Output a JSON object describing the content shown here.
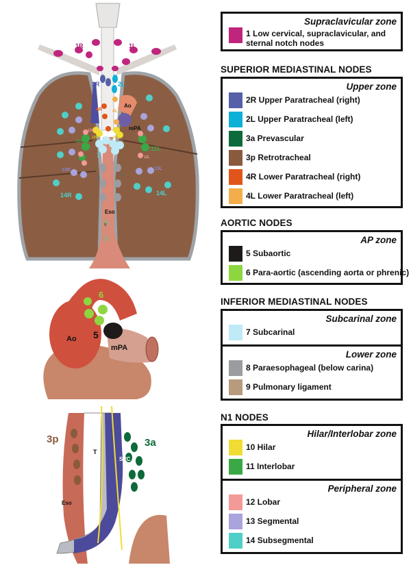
{
  "legend": {
    "supraclavicular": {
      "zone": "Supraclavicular zone",
      "items": [
        {
          "label": "1 Low cervical, supraclavicular, and sternal notch nodes",
          "color": "#c0257e"
        }
      ]
    },
    "superior": {
      "heading": "SUPERIOR MEDIASTINAL NODES",
      "zone": "Upper zone",
      "items": [
        {
          "label": "2R Upper Paratracheal (right)",
          "color": "#5560a8"
        },
        {
          "label": "2L Upper Paratracheal (left)",
          "color": "#0fb0d8"
        },
        {
          "label": "3a Prevascular",
          "color": "#0d6a3a"
        },
        {
          "label": "3p Retrotracheal",
          "color": "#8a5a3c"
        },
        {
          "label": "4R Lower Paratracheal (right)",
          "color": "#e0561a"
        },
        {
          "label": "4L Lower Paratracheal (left)",
          "color": "#f3ae4b"
        }
      ]
    },
    "aortic": {
      "heading": "AORTIC NODES",
      "zone": "AP zone",
      "items": [
        {
          "label": "5 Subaortic",
          "color": "#1e1a1a"
        },
        {
          "label": "6 Para-aortic (ascending aorta or phrenic)",
          "color": "#8ed640"
        }
      ]
    },
    "inferior": {
      "heading": "INFERIOR MEDIASTINAL NODES",
      "subcarinal_zone": "Subcarinal zone",
      "subcarinal_items": [
        {
          "label": "7 Subcarinal",
          "color": "#bfeaf6"
        }
      ],
      "lower_zone": "Lower zone",
      "lower_items": [
        {
          "label": "8 Paraesophageal (below carina)",
          "color": "#9a9ca0"
        },
        {
          "label": "9 Pulmonary ligament",
          "color": "#b89a7c"
        }
      ]
    },
    "n1": {
      "heading": "N1 NODES",
      "hilar_zone": "Hilar/Interlobar zone",
      "hilar_items": [
        {
          "label": "10 Hilar",
          "color": "#f0dc32"
        },
        {
          "label": "11 Interlobar",
          "color": "#3aa845"
        }
      ],
      "peripheral_zone": "Peripheral zone",
      "peripheral_items": [
        {
          "label": "12 Lobar",
          "color": "#f39a98"
        },
        {
          "label": "13 Segmental",
          "color": "#a9a4dc"
        },
        {
          "label": "14 Subsegmental",
          "color": "#50cfc8"
        }
      ]
    }
  },
  "illustrations": {
    "lungs": {
      "labels": {
        "n1R": "1R",
        "n1L": "1L",
        "n2R": "2R",
        "n2L": "2L",
        "n4R": "4R",
        "n4L": "4L",
        "ao": "Ao",
        "mpa": "mPA",
        "n7": "7",
        "n8a": "8",
        "n8b": "8",
        "eso": "Eso",
        "n9": "9",
        "n10R": "10R",
        "n10L": "10L",
        "n11R": "11R",
        "n11L": "11L",
        "n12R": "12R",
        "n12L": "12L",
        "n13R": "13R",
        "n13L": "13L",
        "n14R": "14R",
        "n14L": "14L"
      }
    },
    "heart": {
      "labels": {
        "n6": "6",
        "n5": "5",
        "ao": "Ao",
        "mpa": "mPA"
      }
    },
    "side": {
      "labels": {
        "n3p": "3p",
        "n3a": "3a",
        "t": "T",
        "svc": "SVC",
        "eso": "Eso"
      }
    }
  }
}
